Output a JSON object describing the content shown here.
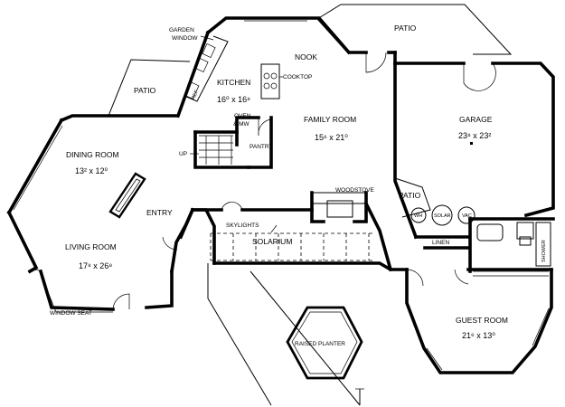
{
  "rooms": {
    "garden_window": [
      "GARDEN",
      "WINDOW"
    ],
    "patio_top": "PATIO",
    "nook": "NOOK",
    "kitchen": {
      "name": "KITCHEN",
      "dim": "16⁰ x 16⁸"
    },
    "cooktop": "COOKTOP",
    "patio_left": "PATIO",
    "oven_mw": [
      "OVEN",
      "& MW"
    ],
    "family_room": {
      "name": "FAMILY ROOM",
      "dim": "15⁶ x 21⁰"
    },
    "garage": {
      "name": "GARAGE",
      "dim": "23⁸ x 23²"
    },
    "up": "UP",
    "pantry": "PANTRY",
    "dining_room": {
      "name": "DINING ROOM",
      "dim": "13² x 12⁰"
    },
    "ref": "REF.",
    "entry": "ENTRY",
    "woodstove": "WOODSTOVE",
    "patio_right": "PATIO",
    "skylights": "SKYLIGHTS",
    "solarium": "SOLARIUM",
    "utilities": [
      "WH",
      "SOLAR",
      "VAC"
    ],
    "linen": "LINEN",
    "shower": "SHOWER",
    "living_room": {
      "name": "LIVING ROOM",
      "dim": "17⁸ x 26⁸"
    },
    "guest_room": {
      "name": "GUEST ROOM",
      "dim": "21⁶ x 13⁰"
    },
    "window_seat": "WINDOW SEAT",
    "raised_planter": "RAISED PLANTER"
  }
}
